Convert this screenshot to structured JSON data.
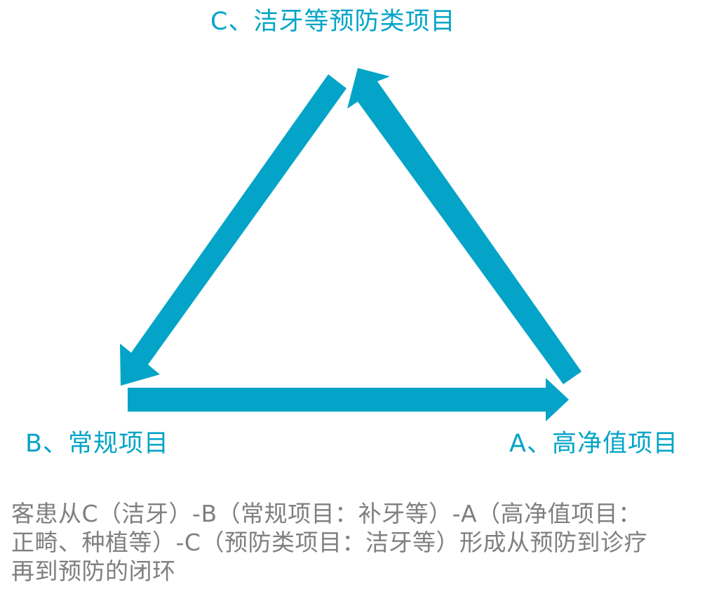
{
  "colors": {
    "accent": "#03A4C7",
    "caption_text": "#7F7F7F",
    "background": "#FFFFFF"
  },
  "nodes": {
    "c": "C、洁牙等预防类项目",
    "b": "B、常规项目",
    "a": "A、高净值项目"
  },
  "edges": [
    {
      "from": "A",
      "to": "C"
    },
    {
      "from": "C",
      "to": "B"
    },
    {
      "from": "B",
      "to": "A"
    }
  ],
  "caption_lines": [
    "客患从C（洁牙）-B（常规项目：补牙等）-A（高净值项目：",
    "正畸、种植等）-C（预防类项目：洁牙等）形成从预防到诊疗",
    "再到预防的闭环"
  ]
}
